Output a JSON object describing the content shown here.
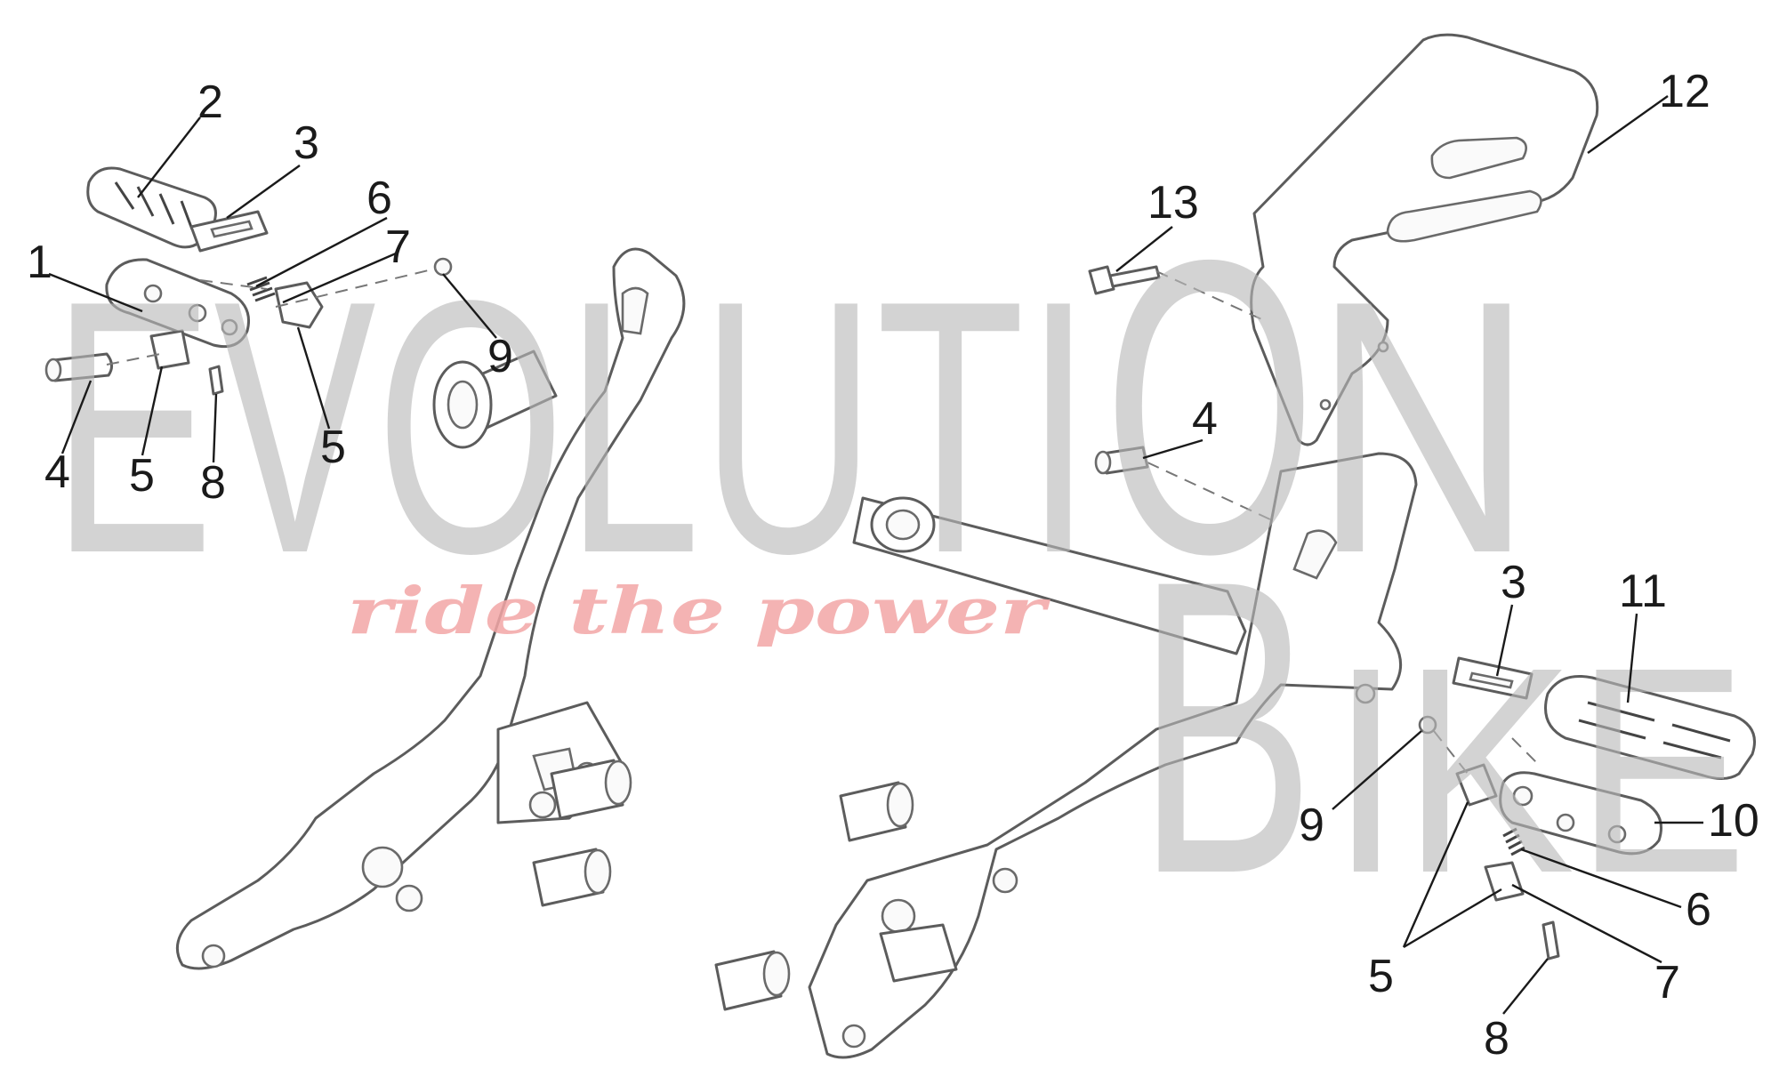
{
  "watermark": {
    "line1": "EVOLUTI",
    "big_o": "O",
    "line1_tail": "N",
    "big_b": "B",
    "line2_tail": "IKE",
    "tagline": "ride the power"
  },
  "callouts": {
    "left_assembly": [
      {
        "id": "L1",
        "text": "1"
      },
      {
        "id": "L2",
        "text": "2"
      },
      {
        "id": "L3",
        "text": "3"
      },
      {
        "id": "L4",
        "text": "4"
      },
      {
        "id": "L5a",
        "text": "5"
      },
      {
        "id": "L5b",
        "text": "5"
      },
      {
        "id": "L6",
        "text": "6"
      },
      {
        "id": "L7",
        "text": "7"
      },
      {
        "id": "L8",
        "text": "8"
      },
      {
        "id": "L9",
        "text": "9"
      }
    ],
    "right_assembly": [
      {
        "id": "R12",
        "text": "12"
      },
      {
        "id": "R13",
        "text": "13"
      },
      {
        "id": "R4",
        "text": "4"
      },
      {
        "id": "R3",
        "text": "3"
      },
      {
        "id": "R11",
        "text": "11"
      },
      {
        "id": "R9",
        "text": "9"
      },
      {
        "id": "R10",
        "text": "10"
      },
      {
        "id": "R6",
        "text": "6"
      },
      {
        "id": "R5",
        "text": "5"
      },
      {
        "id": "R7",
        "text": "7"
      },
      {
        "id": "R8",
        "text": "8"
      }
    ]
  },
  "colors": {
    "watermark_gray": "#b9b9b9",
    "tagline_pink": "#f3a6a6",
    "line_art": "#5c5c5c",
    "callout_text": "#1a1a1a"
  }
}
